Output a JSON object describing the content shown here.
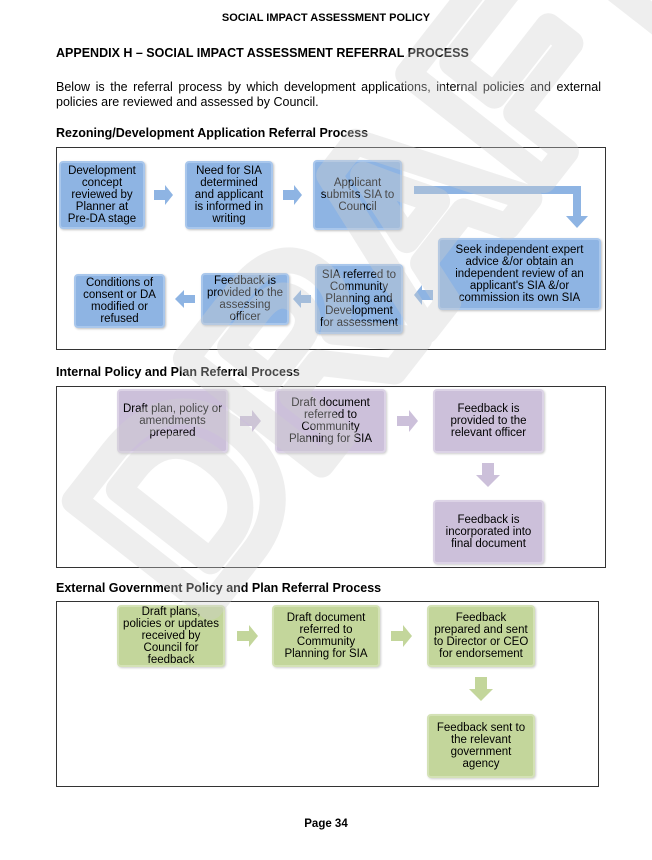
{
  "header": {
    "title": "SOCIAL IMPACT ASSESSMENT POLICY"
  },
  "appendix_title": "APPENDIX H – SOCIAL IMPACT ASSESSMENT REFERRAL PROCESS",
  "intro": "Below is the referral process by which development applications, internal policies and external policies are reviewed and assessed by Council.",
  "colors": {
    "blue": "#8eb4e3",
    "purple": "#ccc0da",
    "green": "#c3d69b",
    "watermark": "#d9d9d9"
  },
  "section1": {
    "heading": "Rezoning/Development Application Referral Process",
    "boxes": [
      "Development concept reviewed by Planner at Pre-DA stage",
      "Need for SIA determined and applicant is informed in writing",
      "Applicant submits SIA to Council",
      "Seek independent expert advice &/or obtain an independent review of an applicant's SIA &/or commission its own SIA",
      "SIA referred to Community Planning and Development for assessment",
      "Feedback is provided to the assessing officer",
      "Conditions of consent or DA modified or refused"
    ]
  },
  "section2": {
    "heading": "Internal Policy and Plan Referral Process",
    "boxes": [
      "Draft plan, policy or amendments prepared",
      "Draft document referred to Community Planning for SIA",
      "Feedback is provided to the relevant officer",
      "Feedback is incorporated into final document"
    ]
  },
  "section3": {
    "heading": "External Government Policy and Plan Referral Process",
    "boxes": [
      "Draft plans, policies or updates received by Council for feedback",
      "Draft document referred to Community Planning for SIA",
      "Feedback prepared and sent to Director or CEO for endorsement",
      "Feedback sent to the relevant government agency"
    ]
  },
  "footer": {
    "page": "Page 34"
  },
  "watermark": {
    "text": "DRAFT"
  }
}
